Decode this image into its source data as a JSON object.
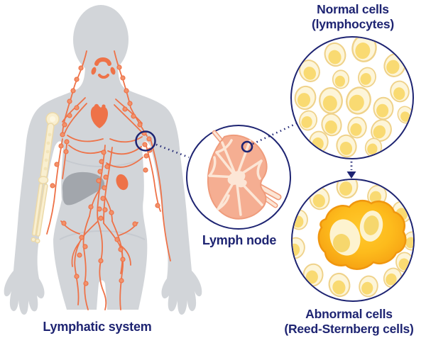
{
  "figure": {
    "body": {
      "label": "Lymphatic system"
    },
    "lymph_node": {
      "label": "Lymph node"
    },
    "normal_cells": {
      "title_line1": "Normal cells",
      "title_line2": "(lymphocytes)"
    },
    "abnormal_cells": {
      "title_line1": "Abnormal cells",
      "title_line2": "(Reed-Sternberg cells)"
    },
    "colors": {
      "navy": "#1e2472",
      "body_gray": "#d2d5d9",
      "crease_gray": "#c6cad0",
      "organ_gray": "#a2a6ac",
      "lymph_orange": "#ee7248",
      "node_bead_fill": "#f2926b",
      "lymph_node_fill": "#f5ae92",
      "lymph_node_line": "#ef9c7c",
      "septa_cream": "#fce6d6",
      "bone_cream": "#f9efd0",
      "bone_line": "#ecd9a8",
      "cell_fill": "#fdf5d9",
      "cell_outline": "#efd28a",
      "cell_nucleus": "#f9da72",
      "rs_cell_gold": "#fdb81e",
      "rs_cell_edge": "#f0960e",
      "rs_nucleus_cream": "#fdf3cf",
      "rs_nucleolus": "#f6d76d"
    }
  }
}
